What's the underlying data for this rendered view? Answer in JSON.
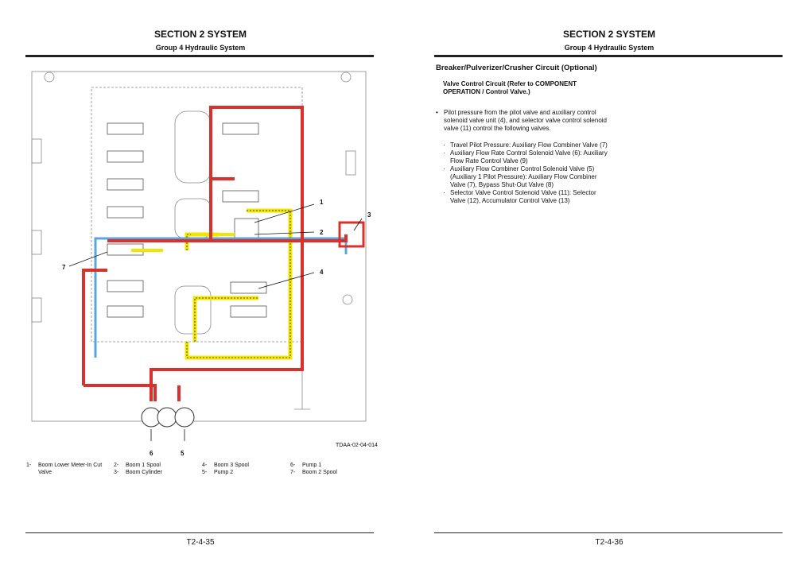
{
  "left_page": {
    "section": "SECTION 2 SYSTEM",
    "group": "Group 4 Hydraulic System",
    "figure_id": "TDAA-02-04-014",
    "callouts": [
      "1",
      "2",
      "3",
      "4",
      "5",
      "6",
      "7"
    ],
    "legend": [
      {
        "num": "1-",
        "label": "Boom Lower Meter-In Cut Valve"
      },
      {
        "num": "2-",
        "label": "Boom 1 Spool"
      },
      {
        "num": "3-",
        "label": "Boom Cylinder"
      },
      {
        "num": "4-",
        "label": "Boom 3 Spool"
      },
      {
        "num": "5-",
        "label": "Pump 2"
      },
      {
        "num": "6-",
        "label": "Pump 1"
      },
      {
        "num": "7-",
        "label": "Boom 2 Spool"
      }
    ],
    "page_number": "T2-4-35",
    "colors": {
      "high_pressure": "#d9312b",
      "pilot": "#f2e600",
      "return": "#5aa6d8"
    }
  },
  "right_page": {
    "section": "SECTION 2 SYSTEM",
    "group": "Group 4 Hydraulic System",
    "heading": "Breaker/Pulverizer/Crusher Circuit (Optional)",
    "subheading": "Valve Control Circuit (Refer to COMPONENT OPERATION / Control Valve.)",
    "bullet": "Pilot pressure from the pilot valve and auxiliary control solenoid valve unit (4), and selector valve control solenoid valve (11) control the following valves.",
    "sub_items": [
      "Travel Pilot Pressure: Auxiliary Flow Combiner Valve (7)",
      "Auxiliary Flow Rate Control Solenoid Valve (6): Auxiliary Flow Rate Control Valve (9)",
      "Auxiliary Flow Combiner Control Solenoid Valve (5) (Auxiliary 1 Pilot Pressure): Auxiliary Flow Combiner Valve (7), Bypass Shut-Out Valve (8)",
      "Selector Valve Control Solenoid Valve (11): Selector Valve (12), Accumulator Control Valve (13)"
    ],
    "page_number": "T2-4-36"
  }
}
